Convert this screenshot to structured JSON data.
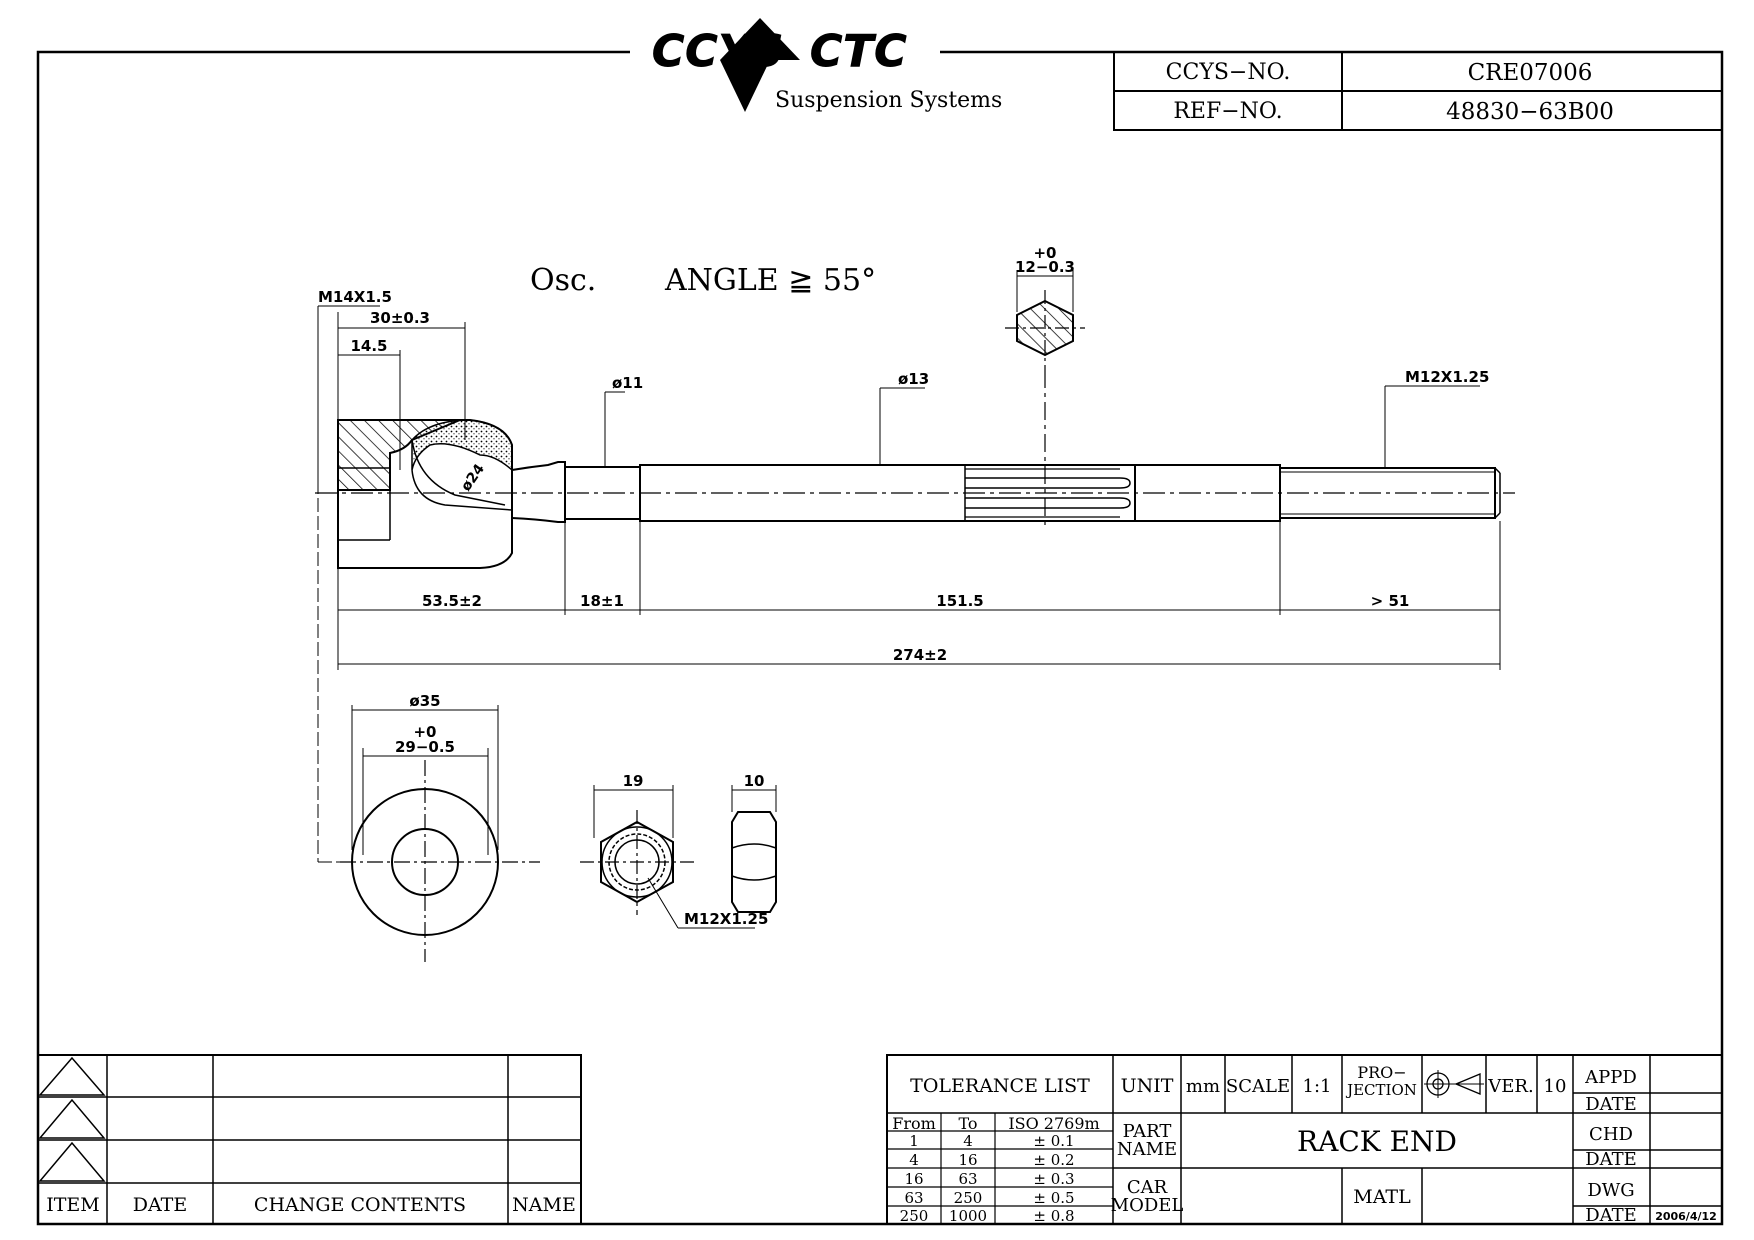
{
  "logo": {
    "brand": "CCYS CTC",
    "tagline": "Suspension Systems"
  },
  "header": {
    "ccys_no_label": "CCYS−NO.",
    "ccys_no_value": "CRE07006",
    "ref_no_label": "REF−NO.",
    "ref_no_value": "48830−63B00"
  },
  "drawing": {
    "angle_note": {
      "prefix": "Osc.",
      "text": "ANGLE ≧ 55°"
    },
    "hex_section": {
      "tol": "+0",
      "value": "12−0.3"
    },
    "thread_left": "M14X1.5",
    "dim_30": "30±0.3",
    "dim_14_5": "14.5",
    "dim_phi24": "ø24",
    "dim_phi11": "ø11",
    "dim_phi13": "ø13",
    "thread_right": "M12X1.25",
    "dim_53_5": "53.5±2",
    "dim_18": "18±1",
    "dim_151_5": "151.5",
    "dim_51": "> 51",
    "dim_274": "274±2",
    "dim_phi35": "ø35",
    "washer_tol": "+0",
    "washer_value": "29−0.5",
    "nut_width": "19",
    "nut_thickness": "10",
    "nut_thread": "M12X1.25"
  },
  "revision_table": {
    "headers": [
      "ITEM",
      "DATE",
      "CHANGE CONTENTS",
      "NAME"
    ]
  },
  "title_block": {
    "tolerance_title": "TOLERANCE  LIST",
    "tolerance_headers": [
      "From",
      "To",
      "ISO  2769m"
    ],
    "tolerance_rows": [
      [
        "1",
        "4",
        "±  0.1"
      ],
      [
        "4",
        "16",
        "±  0.2"
      ],
      [
        "16",
        "63",
        "±  0.3"
      ],
      [
        "63",
        "250",
        "±  0.5"
      ],
      [
        "250",
        "1000",
        "±  0.8"
      ]
    ],
    "unit_label": "UNIT",
    "unit_value": "mm",
    "scale_label": "SCALE",
    "scale_value": "1:1",
    "projection_label_1": "PRO−",
    "projection_label_2": "JECTION",
    "ver_label": "VER.",
    "ver_value": "10",
    "part_name_label_1": "PART",
    "part_name_label_2": "NAME",
    "part_name_value": "RACK  END",
    "car_model_label_1": "CAR",
    "car_model_label_2": "MODEL",
    "matl_label": "MATL",
    "appd_label": "APPD",
    "chd_label": "CHD",
    "dwg_label": "DWG",
    "date_label": "DATE",
    "date_value": "2006/4/12"
  }
}
